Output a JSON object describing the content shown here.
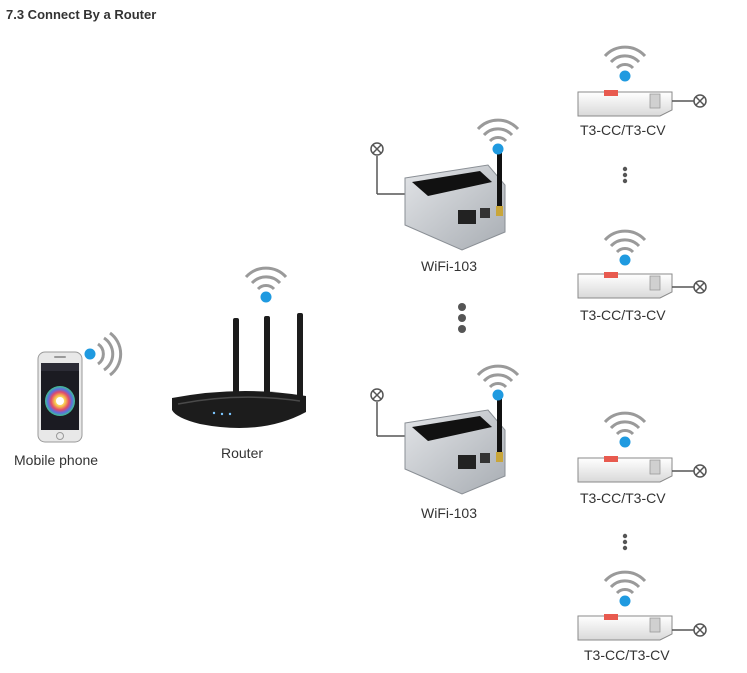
{
  "title": "7.3 Connect By a Router",
  "nodes": {
    "phone": {
      "label": "Mobile phone"
    },
    "router": {
      "label": "Router"
    },
    "wifi_top": {
      "label": "WiFi-103"
    },
    "wifi_bottom": {
      "label": "WiFi-103"
    },
    "t3_1": {
      "label": "T3-CC/T3-CV"
    },
    "t3_2": {
      "label": "T3-CC/T3-CV"
    },
    "t3_3": {
      "label": "T3-CC/T3-CV"
    },
    "t3_4": {
      "label": "T3-CC/T3-CV"
    }
  },
  "colors": {
    "signal_dot": "#1f9ae0",
    "signal_arc": "#9a9a9a",
    "line": "#555555",
    "router_body": "#1c1c1c",
    "controller_body": "#c9ccd0",
    "controller_face": "#111111",
    "driver_body": "#f2f2f2"
  }
}
